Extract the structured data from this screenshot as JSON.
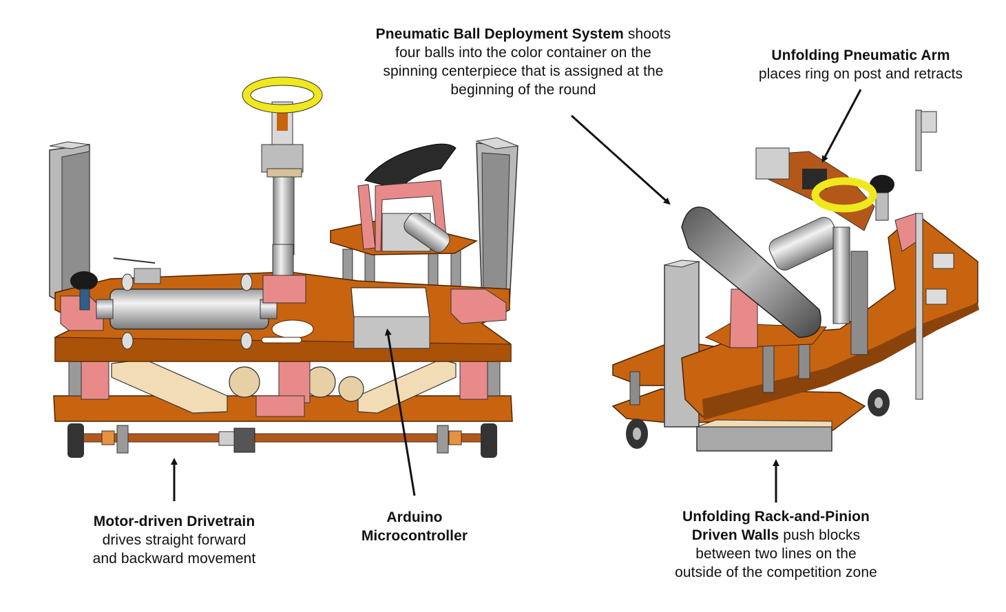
{
  "captions": {
    "pneumatic_ball": {
      "bold": "Pneumatic Ball Deployment System",
      "rest_line1": " shoots",
      "line2": "four balls into the color container on the",
      "line3": "spinning centerpiece that is assigned at the",
      "line4": "beginning of the round"
    },
    "pneumatic_arm": {
      "bold": "Unfolding Pneumatic Arm",
      "line2": "places ring on post and retracts"
    },
    "drivetrain": {
      "bold": "Motor-driven Drivetrain",
      "line2": "drives straight forward",
      "line3": "and backward movement"
    },
    "arduino": {
      "bold_line1": "Arduino",
      "bold_line2": "Microcontroller"
    },
    "rack_pinion": {
      "bold_line1": "Unfolding Rack-and-Pinion",
      "bold_line2": "Driven Walls",
      "rest_line2": " push blocks",
      "line3": "between two lines on the",
      "line4": "outside of the competition zone"
    }
  },
  "colors": {
    "plate": "#c8640f",
    "plate_dark": "#8a430a",
    "pink": "#e88a8a",
    "silver": "#c9c9c9",
    "gray": "#8c8c8c",
    "dark": "#1a1a1a",
    "yellow_ring": "#f0e81e",
    "wood": "#f1dcb5"
  }
}
